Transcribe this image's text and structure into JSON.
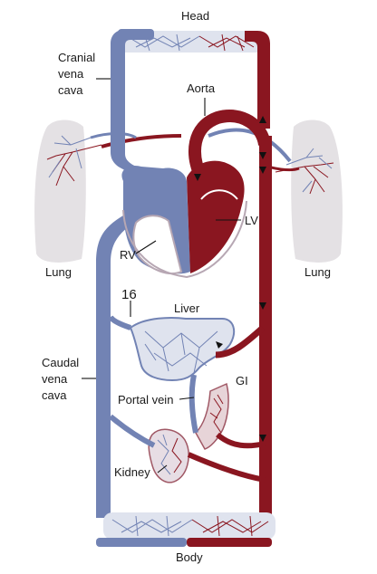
{
  "labels": {
    "head": "Head",
    "cranial_vena_cava": [
      "Cranial",
      "vena",
      "cava"
    ],
    "aorta": "Aorta",
    "lv": "LV",
    "rv": "RV",
    "lung_left": "Lung",
    "lung_right": "Lung",
    "number": "16",
    "liver": "Liver",
    "caudal_vena_cava": [
      "Caudal",
      "vena",
      "cava"
    ],
    "gi": "GI",
    "portal_vein": "Portal vein",
    "kidney": "Kidney",
    "body": "Body"
  },
  "colors": {
    "deoxygenated": "#7283b4",
    "oxygenated": "#8a1620",
    "lung": "#e4e1e4",
    "capillary_bed": "#b9c3dc"
  }
}
